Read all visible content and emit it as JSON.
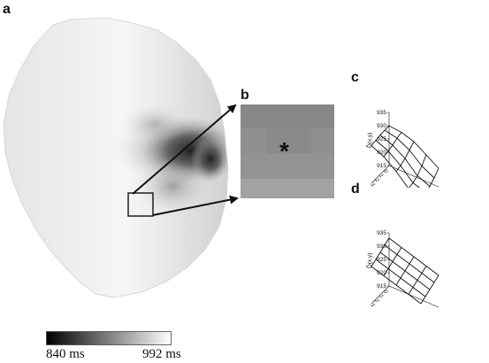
{
  "panels": {
    "a": "a",
    "b": "b",
    "c": "c",
    "d": "d"
  },
  "zoom_marker": "*",
  "colorbar": {
    "min_label": "840 ms",
    "max_label": "992 ms",
    "min_color": "#000000",
    "max_color": "#ffffff"
  },
  "surface_plots": {
    "z_axis_label": "D̃(x,y)",
    "c": {
      "z_ticks": [
        "935",
        "930",
        "925",
        "920",
        "915"
      ],
      "x_ticks": [
        "0",
        "1",
        "2",
        "3",
        "4"
      ],
      "y_ticks": [
        "0",
        "1",
        "2",
        "3",
        "4"
      ],
      "z_range": [
        915,
        935
      ],
      "grid": [
        [
          930,
          930,
          929.8,
          929.5,
          929.2
        ],
        [
          929.5,
          929,
          928,
          927.5,
          927
        ],
        [
          928,
          926.5,
          925,
          924,
          923.5
        ],
        [
          925,
          922.5,
          920.5,
          919.5,
          919
        ],
        [
          922,
          920,
          918.5,
          918,
          918.5
        ]
      ]
    },
    "d": {
      "z_ticks": [
        "935",
        "930",
        "925",
        "920",
        "915"
      ],
      "x_ticks": [
        "0",
        "1",
        "2",
        "3",
        "4"
      ],
      "y_ticks": [
        "0",
        "1",
        "2",
        "3",
        "4"
      ],
      "z_range": [
        915,
        935
      ],
      "grid": [
        [
          933,
          932,
          931,
          930,
          929
        ],
        [
          931.5,
          930.5,
          929.5,
          928.5,
          927.5
        ],
        [
          930,
          929,
          928,
          927,
          926
        ],
        [
          928.5,
          927.5,
          926.5,
          925.5,
          924.5
        ],
        [
          927,
          926,
          925,
          924,
          923
        ]
      ]
    }
  },
  "colors": {
    "map_light": "#f2f2f2",
    "zoom_fill": "#8f8f8f",
    "line": "#111111"
  }
}
